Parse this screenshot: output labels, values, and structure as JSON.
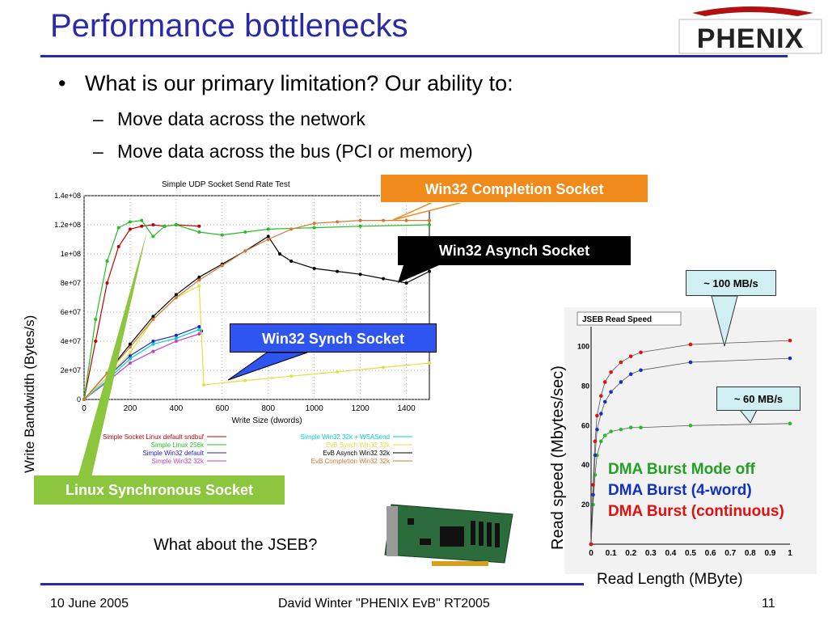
{
  "slide": {
    "title": "Performance bottlenecks",
    "bullet": "What is our primary limitation?  Our ability to:",
    "sub_items": [
      "Move data across the network",
      "Move data across the bus (PCI or memory)"
    ],
    "question": "What about the JSEB?",
    "footer": {
      "date": "10 June 2005",
      "center": "David Winter \"PHENIX EvB\" RT2005",
      "page": "11"
    },
    "logo": "PHENIX"
  },
  "callouts": {
    "completion": "Win32 Completion Socket",
    "asynch": "Win32 Asynch Socket",
    "synch": "Win32 Synch Socket",
    "linux": "Linux Synchronous Socket",
    "speed100": "~ 100 MB/s",
    "speed60": "~ 60 MB/s"
  },
  "colors": {
    "title": "#2a2aa6",
    "orange": "#f08a1a",
    "blue_callout": "#2f55f0",
    "green_callout": "#8cc63f",
    "callout_fill": "#cfeff3"
  },
  "chart_data": [
    {
      "type": "line",
      "title": "Simple UDP Socket Send Rate Test",
      "xlabel": "Write Size (dwords)",
      "ylabel": "Write Bandwidth (Bytes/s)",
      "xlim": [
        0,
        1500
      ],
      "ylim": [
        0,
        140000000
      ],
      "xticks": [
        "0",
        "200",
        "400",
        "600",
        "800",
        "1000",
        "1200",
        "1400"
      ],
      "yticks": [
        "0",
        "2e+07",
        "4e+07",
        "6e+07",
        "8e+07",
        "1e+08",
        "1.2e+08",
        "1.4e+08"
      ],
      "grid": true,
      "legend": "bottom",
      "series": [
        {
          "name": "Simple Socket Linux default sndbuf",
          "color": "#c00000",
          "x": [
            0,
            50,
            100,
            150,
            200,
            250,
            300,
            350,
            400,
            500
          ],
          "y": [
            0,
            40000000,
            80000000,
            105000000,
            117000000,
            119000000,
            120000000,
            119000000,
            120000000,
            119000000
          ]
        },
        {
          "name": "Simple Linux 256k",
          "color": "#22c022",
          "x": [
            0,
            50,
            100,
            150,
            200,
            250,
            300,
            350,
            400,
            500,
            600,
            700,
            800,
            1000,
            1200,
            1500
          ],
          "y": [
            0,
            55000000,
            95000000,
            118000000,
            122000000,
            123000000,
            112000000,
            119000000,
            120000000,
            115000000,
            113000000,
            115000000,
            117000000,
            118000000,
            119000000,
            120000000
          ]
        },
        {
          "name": "Simple Win32 default",
          "color": "#2020d0",
          "x": [
            0,
            100,
            200,
            300,
            400,
            500,
            510
          ],
          "y": [
            0,
            15000000,
            30000000,
            40000000,
            44000000,
            50000000,
            47000000
          ]
        },
        {
          "name": "Simple Win32 32k",
          "color": "#c040c0",
          "x": [
            0,
            100,
            200,
            300,
            400,
            500
          ],
          "y": [
            0,
            12000000,
            25000000,
            33000000,
            40000000,
            45000000
          ]
        },
        {
          "name": "Simple Win32 32k + WSASend",
          "color": "#00d0d0",
          "x": [
            0,
            100,
            200,
            300,
            400,
            500
          ],
          "y": [
            0,
            13000000,
            28000000,
            38000000,
            42000000,
            48000000
          ]
        },
        {
          "name": "EvB Synch Win32 32k",
          "color": "#e0e040",
          "x": [
            0,
            100,
            200,
            300,
            400,
            500,
            520,
            700,
            900,
            1100,
            1300,
            1500
          ],
          "y": [
            0,
            15000000,
            32000000,
            55000000,
            70000000,
            78000000,
            10000000,
            13000000,
            16000000,
            19000000,
            22000000,
            25000000
          ]
        },
        {
          "name": "EvB Asynch Win32 32k",
          "color": "#000000",
          "x": [
            0,
            100,
            200,
            300,
            400,
            500,
            600,
            700,
            800,
            850,
            900,
            1000,
            1100,
            1200,
            1300,
            1400,
            1500
          ],
          "y": [
            0,
            18000000,
            38000000,
            57000000,
            72000000,
            84000000,
            93000000,
            102000000,
            112000000,
            100000000,
            95000000,
            90000000,
            88000000,
            86000000,
            83000000,
            80000000,
            88000000
          ]
        },
        {
          "name": "EvB Completion Win32 32k",
          "color": "#d07a30",
          "x": [
            0,
            100,
            200,
            300,
            400,
            500,
            600,
            700,
            800,
            900,
            1000,
            1100,
            1200,
            1300,
            1400,
            1500
          ],
          "y": [
            0,
            18000000,
            36000000,
            55000000,
            70000000,
            82000000,
            92000000,
            102000000,
            110000000,
            117000000,
            121000000,
            122000000,
            123000000,
            123000000,
            123000000,
            123000000
          ]
        }
      ]
    },
    {
      "type": "line",
      "title": "JSEB Read Speed",
      "xlabel": "Read Length (MByte)",
      "ylabel": "Read speed (Mbytes/sec)",
      "xlim": [
        0,
        1
      ],
      "ylim": [
        0,
        110
      ],
      "xticks": [
        "0",
        "0.1",
        "0.2",
        "0.3",
        "0.4",
        "0.5",
        "0.6",
        "0.7",
        "0.8",
        "0.9",
        "1"
      ],
      "yticks": [
        "20",
        "40",
        "60",
        "80",
        "100"
      ],
      "grid": false,
      "series": [
        {
          "name": "DMA Burst Mode off",
          "color": "#22c022",
          "x": [
            0,
            0.01,
            0.02,
            0.03,
            0.05,
            0.07,
            0.1,
            0.15,
            0.2,
            0.25,
            0.5,
            1.0
          ],
          "y": [
            0,
            20,
            35,
            45,
            52,
            55,
            57,
            58,
            59,
            59,
            60,
            61
          ]
        },
        {
          "name": "DMA Burst (4-word)",
          "color": "#1030c0",
          "x": [
            0,
            0.01,
            0.02,
            0.03,
            0.05,
            0.07,
            0.1,
            0.15,
            0.2,
            0.25,
            0.5,
            1.0
          ],
          "y": [
            0,
            25,
            45,
            58,
            66,
            72,
            77,
            82,
            86,
            88,
            92,
            94
          ]
        },
        {
          "name": "DMA Burst (continuous)",
          "color": "#e01010",
          "x": [
            0,
            0.01,
            0.02,
            0.03,
            0.05,
            0.07,
            0.1,
            0.15,
            0.2,
            0.25,
            0.5,
            1.0
          ],
          "y": [
            0,
            30,
            52,
            65,
            75,
            82,
            87,
            92,
            95,
            97,
            101,
            103
          ]
        }
      ]
    }
  ]
}
